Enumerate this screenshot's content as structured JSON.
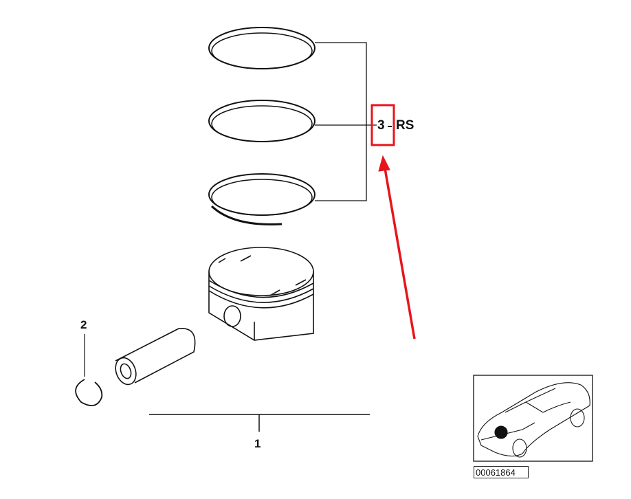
{
  "callouts": {
    "rings_number": "3",
    "rings_suffix": "RS",
    "circlip": "2",
    "piston_assembly": "1"
  },
  "thumbnail": {
    "code": "00061864",
    "icon": "car-locator-icon"
  },
  "highlight": {
    "color": "#e8141b"
  }
}
